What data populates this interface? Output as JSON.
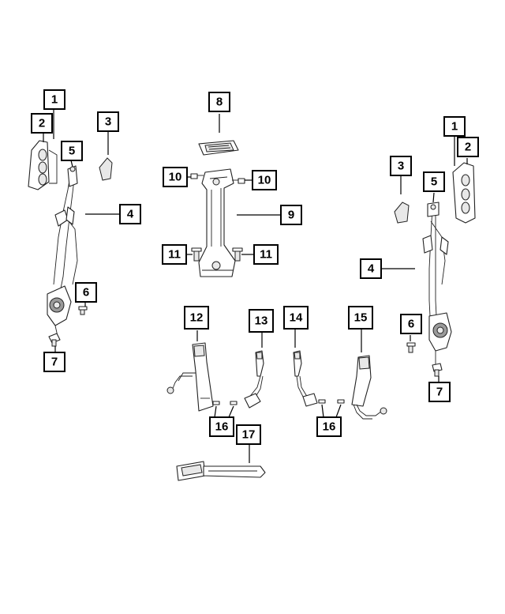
{
  "callouts": {
    "c1a": "1",
    "c2a": "2",
    "c3a": "3",
    "c4a": "4",
    "c5a": "5",
    "c6a": "6",
    "c7a": "7",
    "c8": "8",
    "c9": "9",
    "c10a": "10",
    "c10b": "10",
    "c11a": "11",
    "c11b": "11",
    "c1b": "1",
    "c2b": "2",
    "c3b": "3",
    "c4b": "4",
    "c5b": "5",
    "c6b": "6",
    "c7b": "7",
    "c12": "12",
    "c13": "13",
    "c14": "14",
    "c15": "15",
    "c16a": "16",
    "c16b": "16",
    "c17": "17"
  },
  "colors": {
    "line": "#000000",
    "part_fill": "#ffffff",
    "shade": "#9a9a9a"
  }
}
